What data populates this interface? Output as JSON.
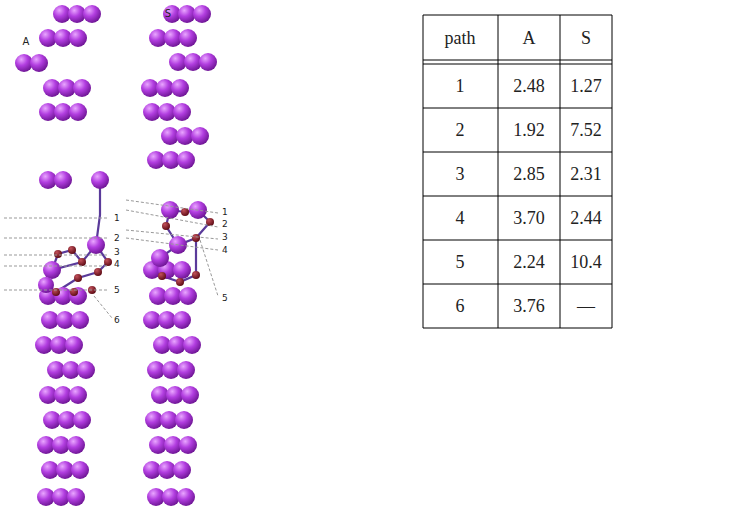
{
  "diagram": {
    "labels": [
      "A",
      "S",
      "1",
      "2",
      "3",
      "4",
      "5",
      "6",
      "1",
      "2",
      "3",
      "4",
      "5",
      "path",
      "A",
      "S",
      "1",
      "2.48",
      "1.27",
      "2",
      "1.92",
      "7.52",
      "3",
      "2.85",
      "2.31",
      "4",
      "3.70",
      "2.44",
      "5",
      "2.24",
      "10.4",
      "6",
      "3.76",
      "—"
    ]
  }
}
